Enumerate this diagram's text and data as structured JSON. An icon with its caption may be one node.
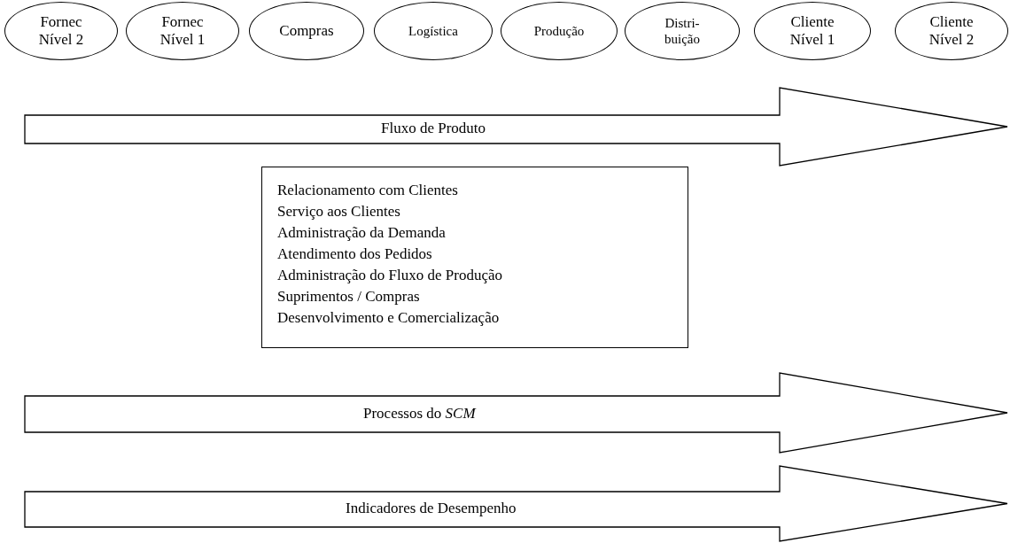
{
  "diagram": {
    "nodes": [
      {
        "text": [
          "Fornec Nível 2"
        ]
      },
      {
        "text": [
          "Fornec Nível 1"
        ]
      },
      {
        "text": [
          "Compras"
        ]
      },
      {
        "text": [
          "Logística"
        ]
      },
      {
        "text": [
          "Produção"
        ]
      },
      {
        "text": [
          "Distri- buição"
        ]
      },
      {
        "text": [
          "Cliente Nível 1"
        ]
      },
      {
        "text": [
          "Cliente Nível 2"
        ]
      },
      {
        "text": [
          "Fluxo de Produto"
        ]
      },
      {
        "text": [
          "Relacionamento com Clientes",
          "Serviço aos Clientes",
          "Administração da Demanda",
          "Atendimento dos Pedidos",
          "Administração do Fluxo de Produção",
          "Suprimentos / Compras",
          "Desenvolvimento e Comercialização"
        ]
      },
      {
        "text": [
          "Processos do *SCM*"
        ]
      },
      {
        "text": [
          "Indicadores de Desempenho"
        ]
      }
    ],
    "edges": []
  }
}
